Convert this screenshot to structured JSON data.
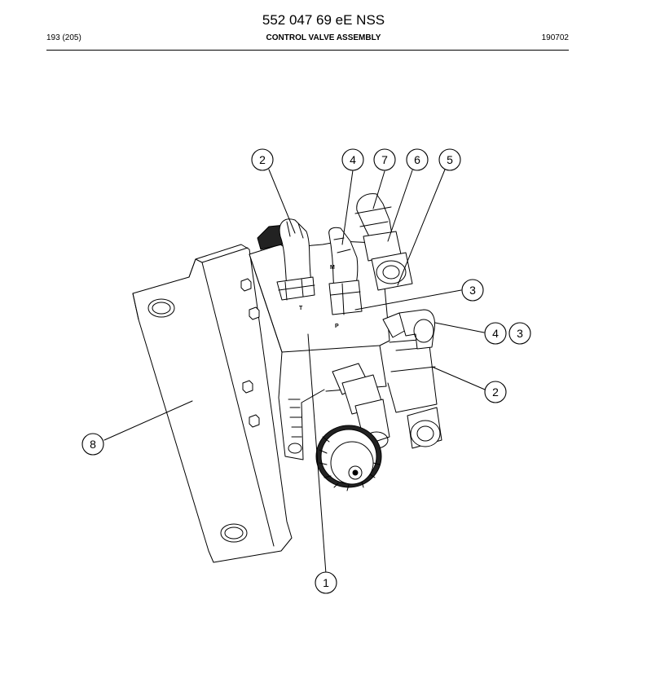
{
  "header": {
    "doc_number": "552 047 69 eE NSS",
    "page_ref": "193 (205)",
    "title": "CONTROL VALVE ASSEMBLY",
    "date_code": "190702"
  },
  "callouts": [
    "2",
    "4",
    "7",
    "6",
    "5",
    "3",
    "4",
    "3",
    "2",
    "8",
    "1"
  ],
  "port_labels": [
    "T",
    "P",
    "M"
  ]
}
